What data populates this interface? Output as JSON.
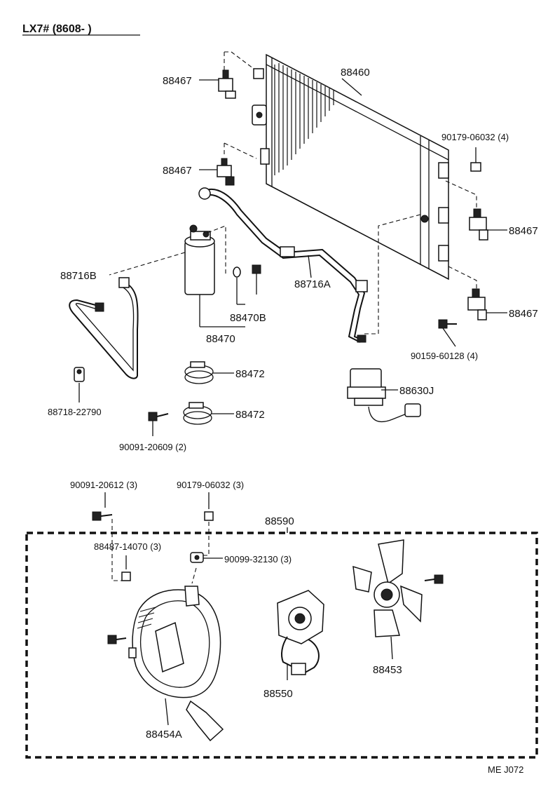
{
  "header": "LX7# (8608-      )",
  "footer_code": "ME J072",
  "parts": {
    "condenser": "88460",
    "bracket_a": "88467",
    "bracket_b": "88467",
    "bracket_c": "88467",
    "bracket_d": "88467",
    "nut_top_right": "90179-06032 (4)",
    "bolt_right": "90159-60128 (4)",
    "discharge_tube": "88716A",
    "liquid_tube": "88716B",
    "receiver": "88470",
    "receiver_plug": "88470B",
    "clamp_upper": "88472",
    "clamp_lower": "88472",
    "clip": "88718-22790",
    "bolt_receiver": "90091-20609 (2)",
    "relay": "88630J",
    "bolt_fan_a": "90091-20612 (3)",
    "nut_fan": "90179-06032 (3)",
    "fan_assy": "88590",
    "stud": "88487-14070 (3)",
    "grommet": "90099-32130 (3)",
    "fan_motor": "88550",
    "fan_blade": "88453",
    "shroud": "88454A"
  }
}
